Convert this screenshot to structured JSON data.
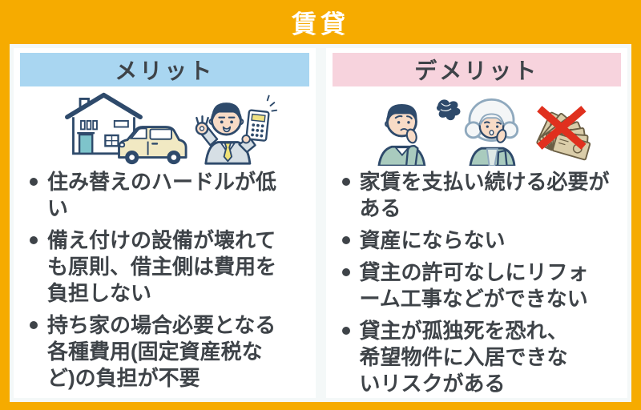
{
  "title": "賃貸",
  "colors": {
    "frame_orange": "#F6AB00",
    "title_text": "#FFFFFF",
    "panel_bg": "#F4F8F8",
    "merit_header_bg": "#A9D6F1",
    "demerit_header_bg": "#F7D3DD",
    "text": "#3E4348",
    "illustration_navy": "#2E4A6B",
    "illustration_teal": "#7EC4CB",
    "illustration_green": "#A9CBBE",
    "money_tan": "#DACDA9",
    "red_cross": "#E0301E"
  },
  "merit": {
    "header": "メリット",
    "illustration": "house-car-and-salesman-with-ok-sign-and-calculator",
    "items": [
      "住み替えのハードルが低\nい",
      "備え付けの設備が壊れて\nも原則、借主側は費用を\n負担しない",
      "持ち家の場合必要となる\n各種費用(固定資産税な\nど)の負担が不要"
    ]
  },
  "demerit": {
    "header": "デメリット",
    "illustration": "worried-couple-and-crossed-out-money",
    "items": [
      "家賃を支払い続ける必要が\nある",
      "資産にならない",
      "貸主の許可なしにリフォ\nーム工事などができない",
      "貸主が孤独死を恐れ、\n希望物件に入居できな\nいリスクがある"
    ]
  }
}
